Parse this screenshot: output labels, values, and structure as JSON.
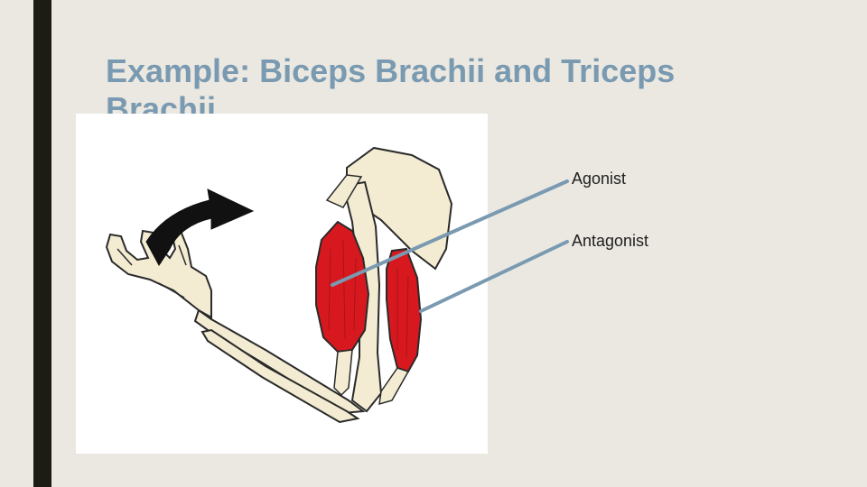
{
  "slide": {
    "title": "Example: Biceps Brachii and Triceps Brachii",
    "labels": {
      "agonist": "Agonist",
      "antagonist": "Antagonist"
    }
  },
  "colors": {
    "background": "#ebe8e1",
    "accent_bar": "#1c1c14",
    "title": "#7a9ab1",
    "pointer_line": "#7a9ab1",
    "muscle": "#d7191f",
    "bone": "#f3ecd2"
  },
  "illustration": {
    "subject": "arm-flexion-diagram",
    "icons": [
      "curved-arrow-icon"
    ]
  }
}
